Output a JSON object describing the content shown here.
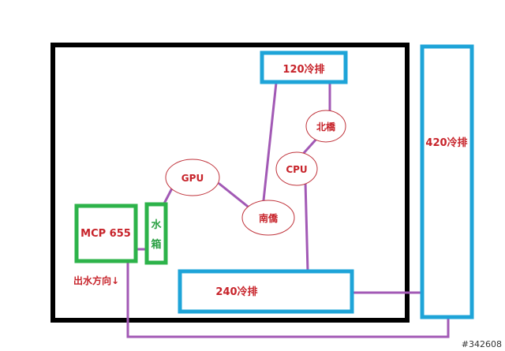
{
  "colors": {
    "case_outline": "#000000",
    "radiator": "#1ea4d8",
    "pump": "#2db34a",
    "tube": "#a259b5",
    "component_outline": "#c0333b",
    "label_red": "#c7232a",
    "label_green": "#2aa043"
  },
  "labels": {
    "rad_120": "120冷排",
    "rad_420": "420冷排",
    "rad_240": "240冷排",
    "pump": "MCP 655",
    "reservoir_top": "水",
    "reservoir_bottom": "箱",
    "northbridge": "北橋",
    "cpu": "CPU",
    "gpu": "GPU",
    "southbridge": "南僑",
    "flow_direction": "出水方向↓",
    "watermark": "#342608"
  }
}
